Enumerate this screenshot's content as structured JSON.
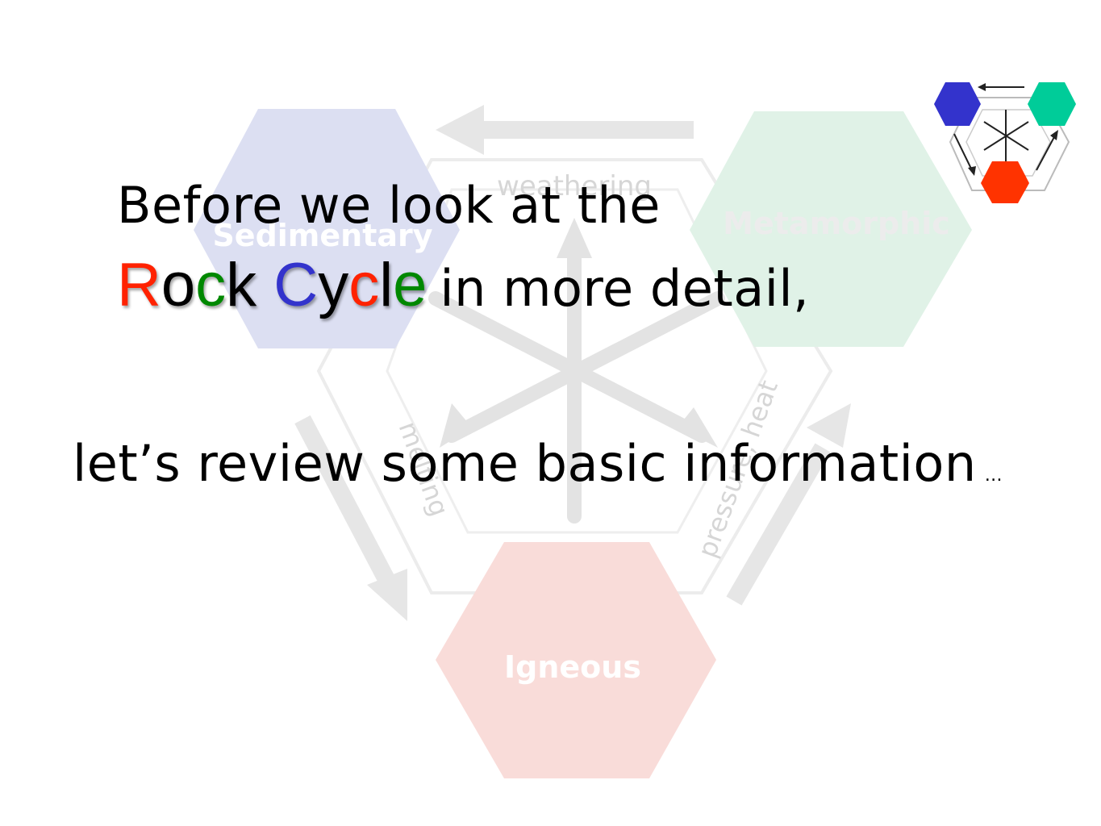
{
  "background_diagram": {
    "hexagons": [
      {
        "label": "Sedimentary",
        "color": "#dcdff2"
      },
      {
        "label": "Metamorphic",
        "color": "#e0f2e7"
      },
      {
        "label": "Igneous",
        "color": "#f9dcd9"
      }
    ],
    "process_labels": [
      "weathering",
      "melting",
      "pressure, heat"
    ]
  },
  "logo": {
    "hex_colors": {
      "top_left": "#3333cc",
      "top_right": "#00cc99",
      "bottom": "#ff3300"
    }
  },
  "text": {
    "line1": "Before we look at the",
    "rock_cycle_letters": [
      {
        "ch": "R",
        "color": "#ff2200"
      },
      {
        "ch": "o",
        "color": "#000000"
      },
      {
        "ch": "c",
        "color": "#008800"
      },
      {
        "ch": "k",
        "color": "#000000"
      },
      {
        "ch": " ",
        "color": "#000000"
      },
      {
        "ch": "C",
        "color": "#3333cc"
      },
      {
        "ch": "y",
        "color": "#000000"
      },
      {
        "ch": "c",
        "color": "#ff2200"
      },
      {
        "ch": "l",
        "color": "#000000"
      },
      {
        "ch": "e",
        "color": "#008800"
      }
    ],
    "line2_rest": "in more detail,",
    "line3": "let’s review some basic information",
    "ellipsis": "…"
  }
}
